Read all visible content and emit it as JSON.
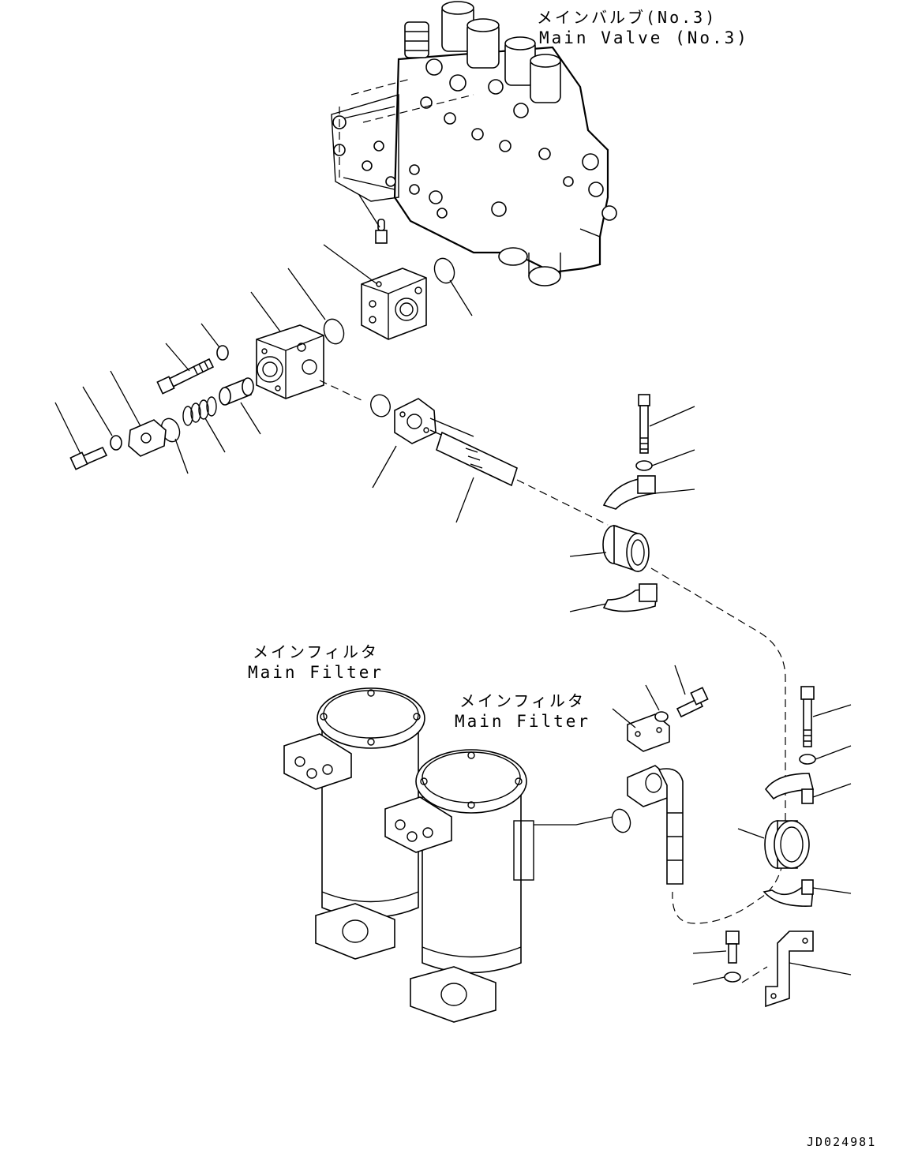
{
  "labels": {
    "main_valve_jp": "メインバルブ(No.3)",
    "main_valve_en": "Main Valve (No.3)",
    "main_filter_left_jp": "メインフィルタ",
    "main_filter_left_en": "Main Filter",
    "main_filter_right_jp": "メインフィルタ",
    "main_filter_right_en": "Main Filter"
  },
  "drawing_code": "JD024981"
}
